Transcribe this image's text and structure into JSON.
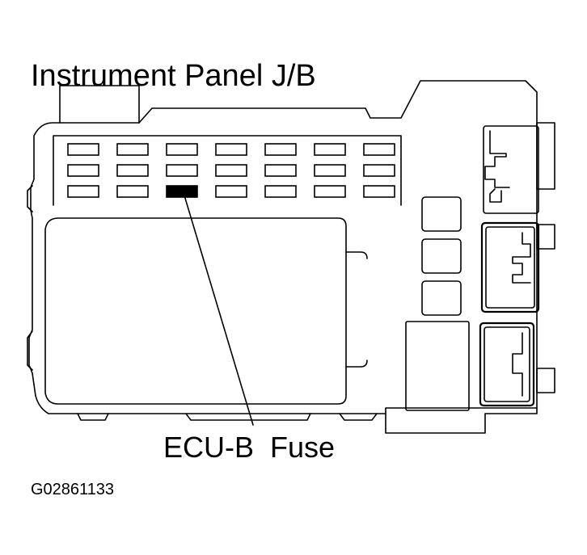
{
  "diagram": {
    "title": "Instrument Panel J/B",
    "callout_label": "ECU-B  Fuse",
    "figure_id": "G02861133",
    "colors": {
      "line": "#000000",
      "background": "#ffffff",
      "highlight": "#000000"
    },
    "fuse_grid": {
      "rows": 3,
      "cols": 7,
      "highlighted": {
        "row": 2,
        "col": 2
      }
    }
  }
}
